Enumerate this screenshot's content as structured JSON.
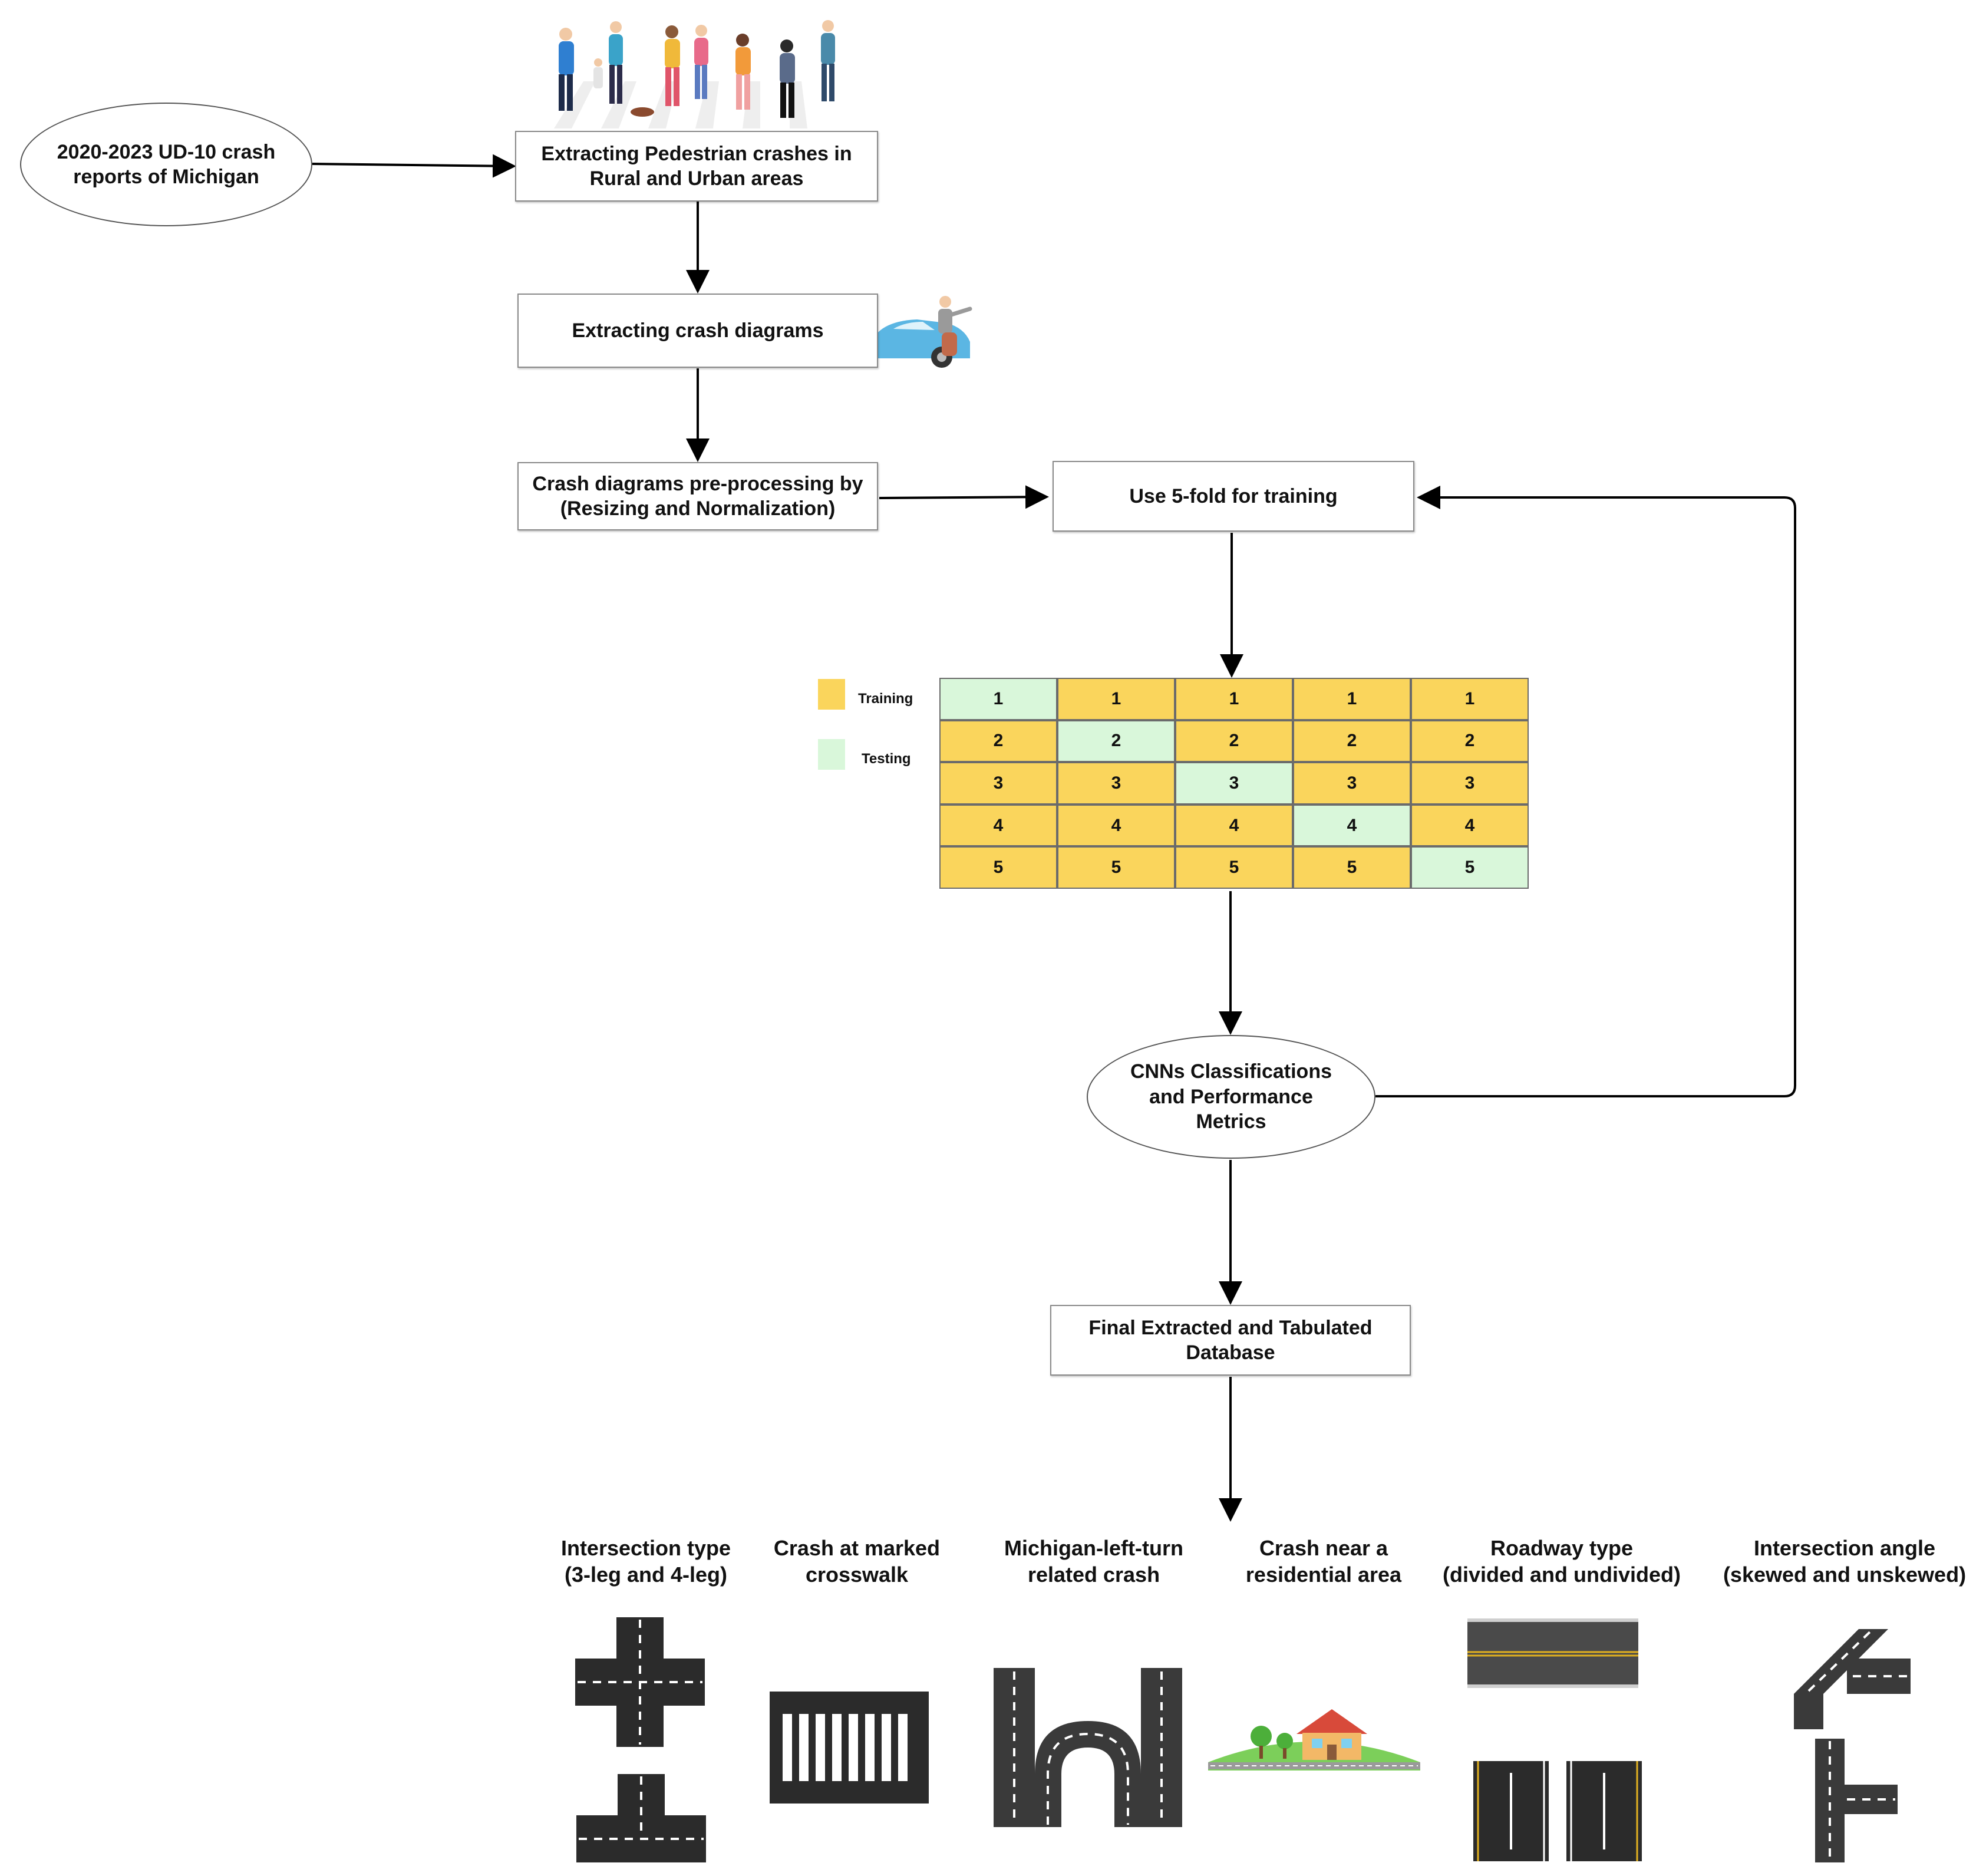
{
  "colors": {
    "training": "#FAD55C",
    "testing": "#D9F7DA",
    "road": "#2b2b2b",
    "arrow": "#000000"
  },
  "nodes": {
    "source": {
      "line1": "2020-2023 UD-10 crash",
      "line2": "reports of Michigan"
    },
    "extract_ped": {
      "line1": "Extracting Pedestrian crashes in",
      "line2": "Rural and Urban areas"
    },
    "extract_diagrams": {
      "line1": "Extracting crash diagrams"
    },
    "preprocess": {
      "line1": "Crash diagrams pre-processing by",
      "line2": "(Resizing and Normalization)"
    },
    "kfold": {
      "line1": "Use 5-fold for training"
    },
    "cnn": {
      "line1": "CNNs Classifications",
      "line2": "and Performance",
      "line3": "Metrics"
    },
    "final": {
      "line1": "Final Extracted and Tabulated",
      "line2": "Database"
    }
  },
  "legend": {
    "training": "Training",
    "testing": "Testing"
  },
  "fold_grid": {
    "rows": [
      [
        "1",
        "1",
        "1",
        "1",
        "1"
      ],
      [
        "2",
        "2",
        "2",
        "2",
        "2"
      ],
      [
        "3",
        "3",
        "3",
        "3",
        "3"
      ],
      [
        "4",
        "4",
        "4",
        "4",
        "4"
      ],
      [
        "5",
        "5",
        "5",
        "5",
        "5"
      ]
    ],
    "testing_cells": [
      [
        0,
        0
      ],
      [
        1,
        1
      ],
      [
        2,
        2
      ],
      [
        3,
        3
      ],
      [
        4,
        4
      ]
    ]
  },
  "categories": [
    {
      "line1": "Intersection type",
      "line2": "(3-leg and 4-leg)"
    },
    {
      "line1": "Crash at marked",
      "line2": "crosswalk"
    },
    {
      "line1": "Michigan-left-turn",
      "line2": "related crash"
    },
    {
      "line1": "Crash near a",
      "line2": "residential area"
    },
    {
      "line1": "Roadway type",
      "line2": "(divided and undivided)"
    },
    {
      "line1": "Intersection angle",
      "line2": "(skewed and unskewed)"
    }
  ]
}
